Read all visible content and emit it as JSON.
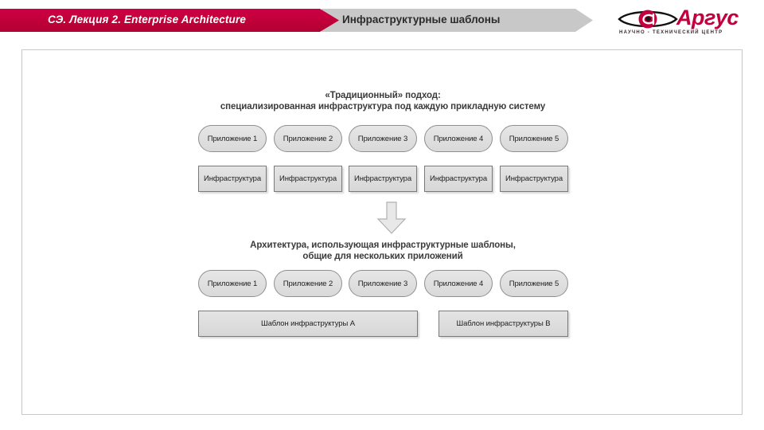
{
  "header": {
    "lecture_title": "СЭ. Лекция 2. Enterprise Architecture",
    "section_title": "Инфраструктурные шаблоны",
    "brand": {
      "name": "Аргус",
      "tagline": "НАУЧНО - ТЕХНИЧЕСКИЙ ЦЕНТР",
      "logo_icon": "eye-logo-icon"
    },
    "colors": {
      "crimson": "#c2003f",
      "gray_band": "#c8c8c8"
    }
  },
  "slide": {
    "sections": [
      {
        "heading_line1": "«Традиционный» подход:",
        "heading_line2": "специализированная инфраструктура под каждую прикладную систему",
        "apps": [
          "Приложение 1",
          "Приложение 2",
          "Приложение 3",
          "Приложение 4",
          "Приложение 5"
        ],
        "infrastructures": [
          "Инфраструктура",
          "Инфраструктура",
          "Инфраструктура",
          "Инфраструктура",
          "Инфраструктура"
        ]
      },
      {
        "heading_line1": "Архитектура, использующая инфраструктурные шаблоны,",
        "heading_line2": "общие для нескольких приложений",
        "apps": [
          "Приложение 1",
          "Приложение 2",
          "Приложение 3",
          "Приложение 4",
          "Приложение 5"
        ],
        "templates": [
          "Шаблон инфраструктуры А",
          "Шаблон инфраструктуры В"
        ]
      }
    ],
    "transition_icon": "down-arrow-icon"
  }
}
